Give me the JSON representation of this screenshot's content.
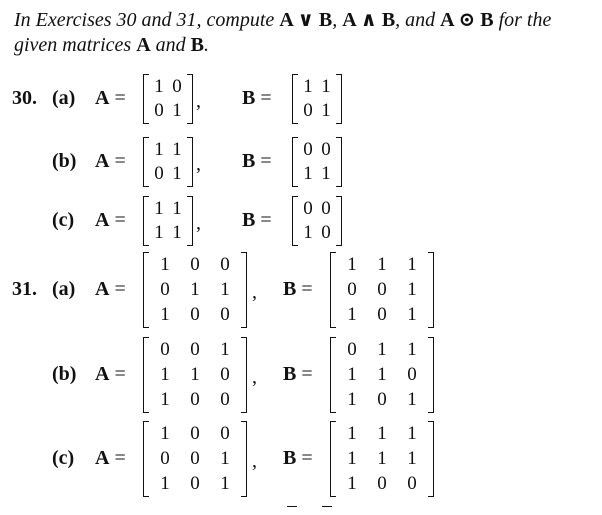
{
  "intro": {
    "part1": "In Exercises 30 and 31, compute ",
    "a_or_b": "A ∨ B",
    "sep1": ", ",
    "a_and_b": "A ∧ B",
    "sep2": ", and ",
    "a_dot_b": "A ⊙ B",
    "part2": " for the given matrices ",
    "a": "A",
    "and": " and ",
    "b": "B",
    "end": "."
  },
  "exercise30": {
    "number": "30.",
    "parts": [
      {
        "label": "(a)",
        "a_label": "A =",
        "b_label": "B =",
        "A": [
          [
            "1",
            "0"
          ],
          [
            "0",
            "1"
          ]
        ],
        "B": [
          [
            "1",
            "1"
          ],
          [
            "0",
            "1"
          ]
        ]
      },
      {
        "label": "(b)",
        "a_label": "A =",
        "b_label": "B =",
        "A": [
          [
            "1",
            "1"
          ],
          [
            "0",
            "1"
          ]
        ],
        "B": [
          [
            "0",
            "0"
          ],
          [
            "1",
            "1"
          ]
        ]
      },
      {
        "label": "(c)",
        "a_label": "A =",
        "b_label": "B =",
        "A": [
          [
            "1",
            "1"
          ],
          [
            "1",
            "1"
          ]
        ],
        "B": [
          [
            "0",
            "0"
          ],
          [
            "1",
            "0"
          ]
        ]
      }
    ]
  },
  "exercise31": {
    "number": "31.",
    "parts": [
      {
        "label": "(a)",
        "a_label": "A =",
        "b_label": "B =",
        "A": [
          [
            "1",
            "0",
            "0"
          ],
          [
            "0",
            "1",
            "1"
          ],
          [
            "1",
            "0",
            "0"
          ]
        ],
        "B": [
          [
            "1",
            "1",
            "1"
          ],
          [
            "0",
            "0",
            "1"
          ],
          [
            "1",
            "0",
            "1"
          ]
        ]
      },
      {
        "label": "(b)",
        "a_label": "A =",
        "b_label": "B =",
        "A": [
          [
            "0",
            "0",
            "1"
          ],
          [
            "1",
            "1",
            "0"
          ],
          [
            "1",
            "0",
            "0"
          ]
        ],
        "B": [
          [
            "0",
            "1",
            "1"
          ],
          [
            "1",
            "1",
            "0"
          ],
          [
            "1",
            "0",
            "1"
          ]
        ]
      },
      {
        "label": "(c)",
        "a_label": "A =",
        "b_label": "B =",
        "A": [
          [
            "1",
            "0",
            "0"
          ],
          [
            "0",
            "0",
            "1"
          ],
          [
            "1",
            "0",
            "1"
          ]
        ],
        "B": [
          [
            "1",
            "1",
            "1"
          ],
          [
            "1",
            "1",
            "1"
          ],
          [
            "1",
            "0",
            "0"
          ]
        ]
      }
    ]
  },
  "comma": ","
}
